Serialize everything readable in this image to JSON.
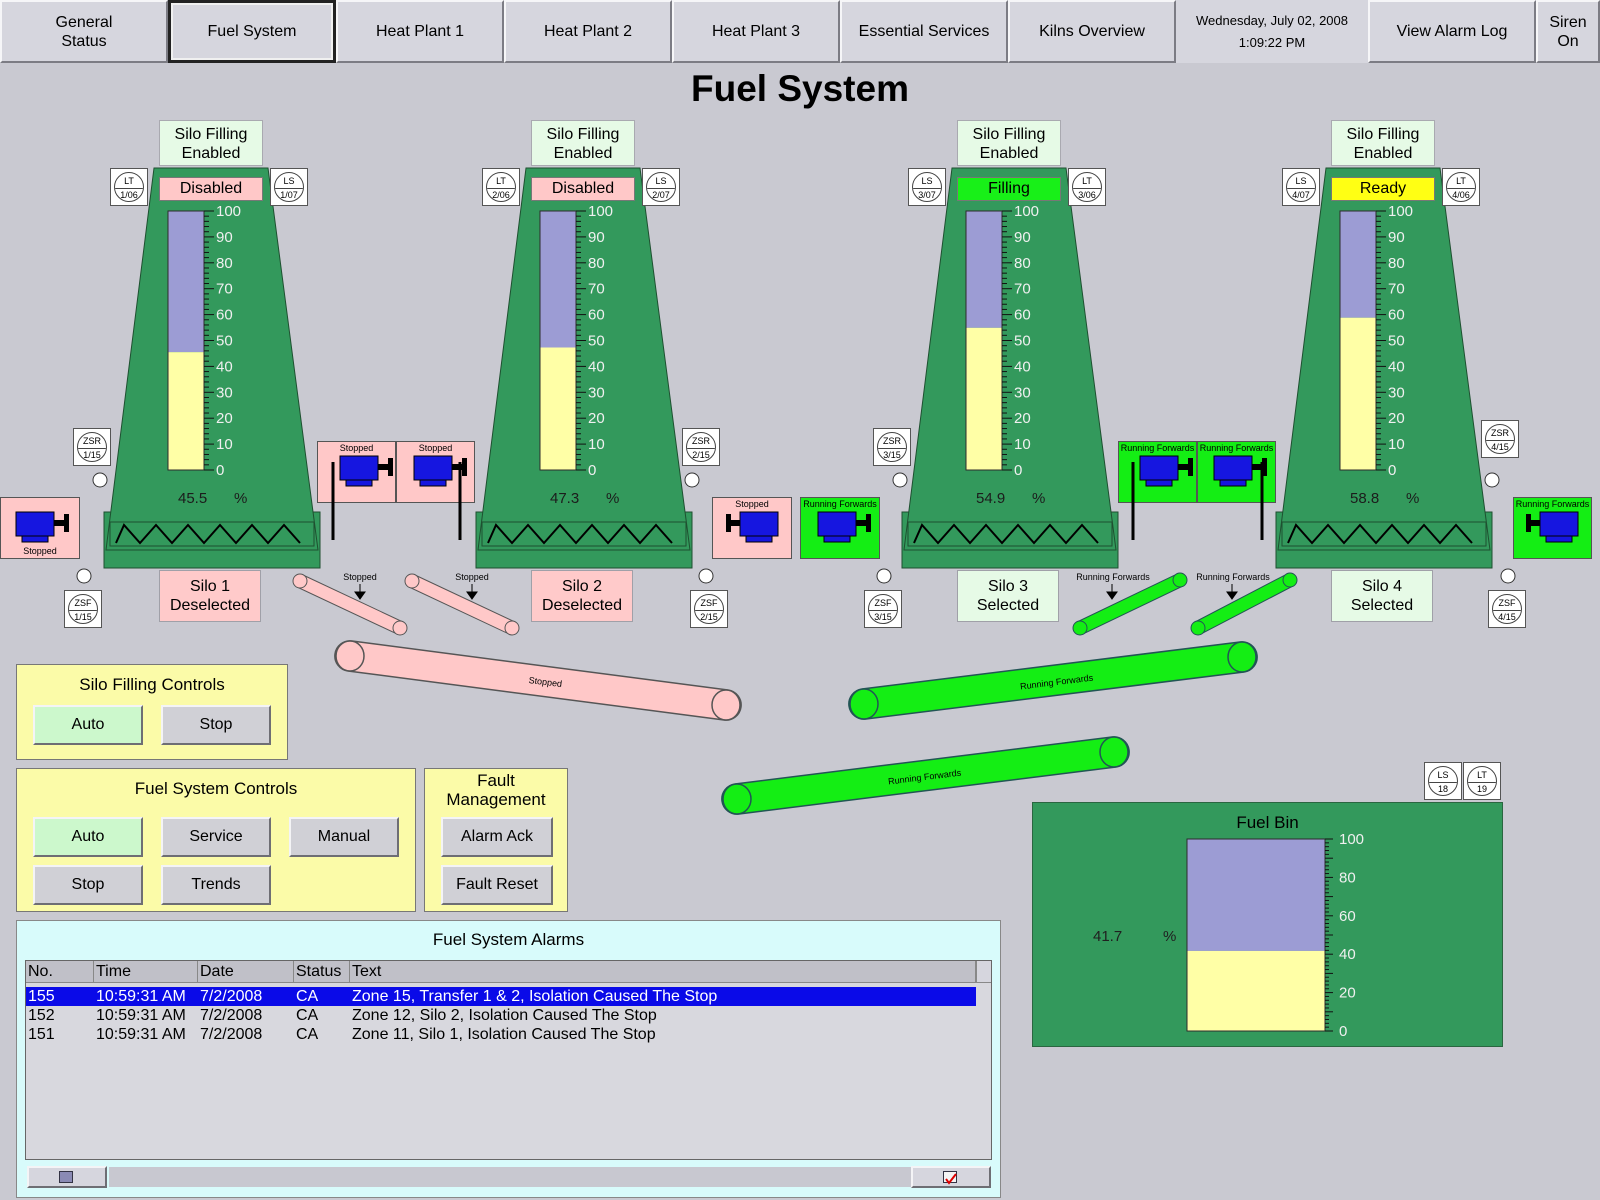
{
  "nav": {
    "tabs": [
      {
        "label": "General\nStatus"
      },
      {
        "label": "Fuel System"
      },
      {
        "label": "Heat Plant 1"
      },
      {
        "label": "Heat Plant 2"
      },
      {
        "label": "Heat Plant 3"
      },
      {
        "label": "Essential Services"
      },
      {
        "label": "Kilns Overview"
      }
    ],
    "date": "Wednesday, July 02, 2008",
    "time": "1:09:22 PM",
    "alarm_log": "View Alarm Log",
    "siren": "Siren\nOn"
  },
  "page_title": "Fuel System",
  "level_scale": [
    "100",
    "90",
    "80",
    "70",
    "60",
    "50",
    "40",
    "30",
    "20",
    "10",
    "0"
  ],
  "percent_unit": "%",
  "silos": [
    {
      "filling": "Silo Filling\nEnabled",
      "state": "Disabled",
      "state_color": "#ffc8c8",
      "level": 45.5,
      "level_text": "45.5",
      "label": "Silo 1\nDeselected",
      "label_color": "#ffcaca",
      "tags": {
        "left_top": [
          "LT",
          "1/06"
        ],
        "right_top": [
          "LS",
          "1/07"
        ],
        "zsr": [
          "ZSR",
          "1/15"
        ],
        "zsf": [
          "ZSF",
          "1/15"
        ]
      }
    },
    {
      "filling": "Silo Filling\nEnabled",
      "state": "Disabled",
      "state_color": "#ffc8c8",
      "level": 47.3,
      "level_text": "47.3",
      "label": "Silo 2\nDeselected",
      "label_color": "#ffcaca",
      "tags": {
        "left_top": [
          "LT",
          "2/06"
        ],
        "right_top": [
          "LS",
          "2/07"
        ],
        "zsr": [
          "ZSR",
          "2/15"
        ],
        "zsf": [
          "ZSF",
          "2/15"
        ]
      }
    },
    {
      "filling": "Silo Filling\nEnabled",
      "state": "Filling",
      "state_color": "#18f018",
      "level": 54.9,
      "level_text": "54.9",
      "label": "Silo 3\nSelected",
      "label_color": "#e6fae6",
      "tags": {
        "left_top": [
          "LS",
          "3/07"
        ],
        "right_top": [
          "LT",
          "3/06"
        ],
        "zsr": [
          "ZSR",
          "3/15"
        ],
        "zsf": [
          "ZSF",
          "3/15"
        ]
      }
    },
    {
      "filling": "Silo Filling\nEnabled",
      "state": "Ready",
      "state_color": "#ffff14",
      "level": 58.8,
      "level_text": "58.8",
      "label": "Silo 4\nSelected",
      "label_color": "#e6fae6",
      "tags": {
        "left_top": [
          "LS",
          "4/07"
        ],
        "right_top": [
          "LT",
          "4/06"
        ],
        "zsr": [
          "ZSR",
          "4/15"
        ],
        "zsf": [
          "ZSF",
          "4/15"
        ]
      }
    }
  ],
  "motors": {
    "m1": "Stopped",
    "m_pair1_a": "Stopped",
    "m_pair1_b": "Stopped",
    "m2": "Stopped",
    "m3": "Running Forwards",
    "m_pair2_a": "Running Forwards",
    "m_pair2_b": "Running Forwards",
    "m4": "Running Forwards"
  },
  "conveyors": {
    "small1": "Stopped",
    "small2": "Stopped",
    "small3": "Running Forwards",
    "small4": "Running Forwards",
    "big_left": "Stopped",
    "big_right": "Running Forwards",
    "lower": "Running Forwards"
  },
  "colors": {
    "stopped": "#ffc8c8",
    "running": "#14ee14",
    "silo_green": "#33995c",
    "material": "#ffffa6",
    "empty": "#9c9cd4"
  },
  "silo_filling_controls": {
    "title": "Silo Filling Controls",
    "auto": "Auto",
    "stop": "Stop"
  },
  "fuel_system_controls": {
    "title": "Fuel System Controls",
    "auto": "Auto",
    "service": "Service",
    "manual": "Manual",
    "stop": "Stop",
    "trends": "Trends"
  },
  "fault_management": {
    "title": "Fault\nManagement",
    "alarm_ack": "Alarm Ack",
    "fault_reset": "Fault Reset"
  },
  "alarms": {
    "title": "Fuel System Alarms",
    "columns": [
      "No.",
      "Time",
      "Date",
      "Status",
      "Text"
    ],
    "rows": [
      {
        "no": "155",
        "time": "10:59:31 AM",
        "date": "7/2/2008",
        "status": "CA",
        "text": "Zone 15, Transfer 1 & 2, Isolation Caused The Stop"
      },
      {
        "no": "152",
        "time": "10:59:31 AM",
        "date": "7/2/2008",
        "status": "CA",
        "text": "Zone 12, Silo 2, Isolation Caused The Stop"
      },
      {
        "no": "151",
        "time": "10:59:31 AM",
        "date": "7/2/2008",
        "status": "CA",
        "text": "Zone 11, Silo 1, Isolation Caused The Stop"
      }
    ]
  },
  "fuel_bin": {
    "title": "Fuel Bin",
    "level": 41.7,
    "level_text": "41.7",
    "scale": [
      "100",
      "80",
      "60",
      "40",
      "20",
      "0"
    ],
    "tags": [
      [
        "LS",
        "18"
      ],
      [
        "LT",
        "19"
      ]
    ]
  }
}
